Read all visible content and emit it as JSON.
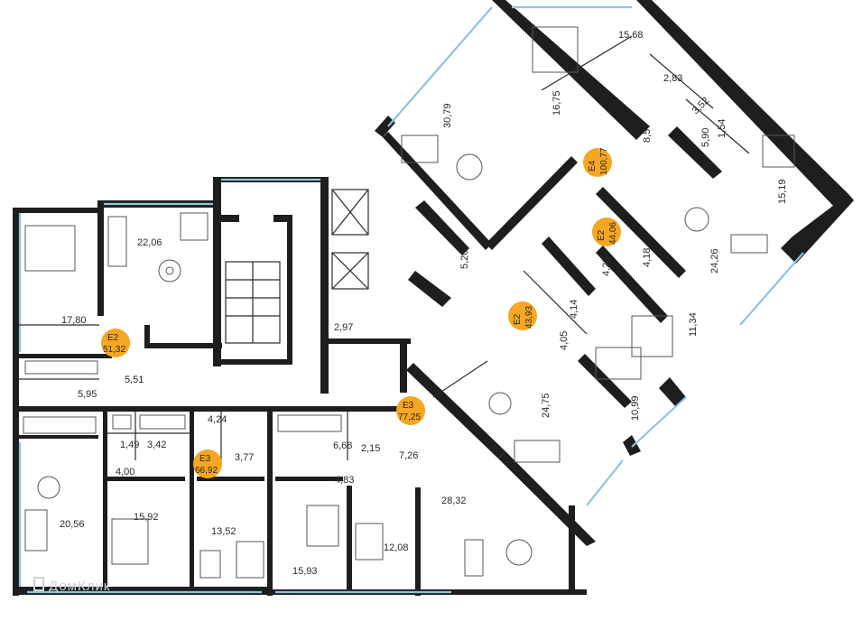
{
  "rooms": [
    {
      "id": "r30_79",
      "label": "30,79"
    },
    {
      "id": "r16_75",
      "label": "16,75"
    },
    {
      "id": "r15_68",
      "label": "15,68"
    },
    {
      "id": "r2_83",
      "label": "2,83"
    },
    {
      "id": "r3_52",
      "label": "3,52"
    },
    {
      "id": "r5_90",
      "label": "5,90"
    },
    {
      "id": "r1_54",
      "label": "1,54"
    },
    {
      "id": "r8_57",
      "label": "8,57"
    },
    {
      "id": "r15_19",
      "label": "15,19"
    },
    {
      "id": "r22_06",
      "label": "22,06"
    },
    {
      "id": "r5_20",
      "label": "5,20"
    },
    {
      "id": "r24_26",
      "label": "24,26"
    },
    {
      "id": "r4_28",
      "label": "4,28"
    },
    {
      "id": "r4_18",
      "label": "4,18"
    },
    {
      "id": "r17_80",
      "label": "17,80"
    },
    {
      "id": "r2_97",
      "label": "2,97"
    },
    {
      "id": "r4_14",
      "label": "4,14"
    },
    {
      "id": "r11_34",
      "label": "11,34"
    },
    {
      "id": "r4_05",
      "label": "4,05"
    },
    {
      "id": "r5_51",
      "label": "5,51"
    },
    {
      "id": "r5_95",
      "label": "5,95"
    },
    {
      "id": "r10_99",
      "label": "10,99"
    },
    {
      "id": "r24_75",
      "label": "24,75"
    },
    {
      "id": "r4_24",
      "label": "4,24"
    },
    {
      "id": "r1_49",
      "label": "1,49"
    },
    {
      "id": "r3_42",
      "label": "3,42"
    },
    {
      "id": "r6_68",
      "label": "6,68"
    },
    {
      "id": "r2_15",
      "label": "2,15"
    },
    {
      "id": "r3_77",
      "label": "3,77"
    },
    {
      "id": "r7_26",
      "label": "7,26"
    },
    {
      "id": "r4_00",
      "label": "4,00"
    },
    {
      "id": "r4_83",
      "label": "4,83"
    },
    {
      "id": "r28_32",
      "label": "28,32"
    },
    {
      "id": "r20_56",
      "label": "20,56"
    },
    {
      "id": "r15_92",
      "label": "15,92"
    },
    {
      "id": "r13_52",
      "label": "13,52"
    },
    {
      "id": "r12_08",
      "label": "12,08"
    },
    {
      "id": "r15_93",
      "label": "15,93"
    }
  ],
  "apartments": [
    {
      "id": "e4",
      "type": "Е4",
      "area": "100,77"
    },
    {
      "id": "e2a",
      "type": "Е2",
      "area": "44,06"
    },
    {
      "id": "e2b",
      "type": "Е2",
      "area": "43,93"
    },
    {
      "id": "e2c",
      "type": "Е2",
      "area": "51,32"
    },
    {
      "id": "e3a",
      "type": "Е3",
      "area": "77,25"
    },
    {
      "id": "e3b",
      "type": "Е3",
      "area": "66,92"
    }
  ],
  "colors": {
    "badge": "#f5a623",
    "wall": "#1e1e1e",
    "window": "#8fc4da"
  },
  "watermark": "ДомКлик"
}
